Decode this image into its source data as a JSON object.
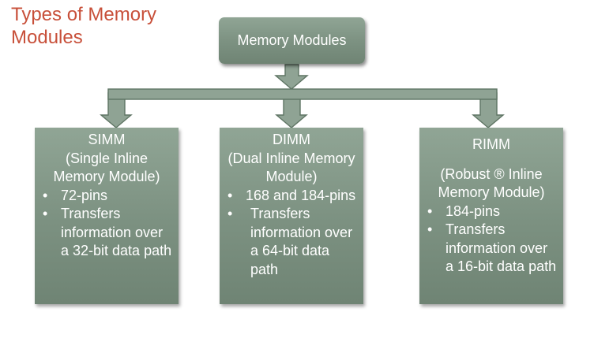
{
  "title": "Types of Memory Modules",
  "root": {
    "label": "Memory Modules"
  },
  "modules": [
    {
      "name": "SIMM",
      "subtitle": "(Single Inline Memory Module)",
      "bullets": [
        "72-pins",
        "Transfers information over a 32-bit data path"
      ]
    },
    {
      "name": "DIMM",
      "subtitle": "(Dual Inline Memory Module)",
      "bullets": [
        "168 and 184-pins",
        "Transfers information over a 64-bit data path"
      ]
    },
    {
      "name": "RIMM",
      "subtitle": "(Robust ® Inline Memory Module)",
      "bullets": [
        "184-pins",
        "Transfers information over a 16-bit data path"
      ]
    }
  ],
  "colors": {
    "title": "#c8503a",
    "box_fill": "#7d9282",
    "connector_fill": "#8fa394",
    "connector_stroke": "#5e7463",
    "text": "#ffffff"
  }
}
